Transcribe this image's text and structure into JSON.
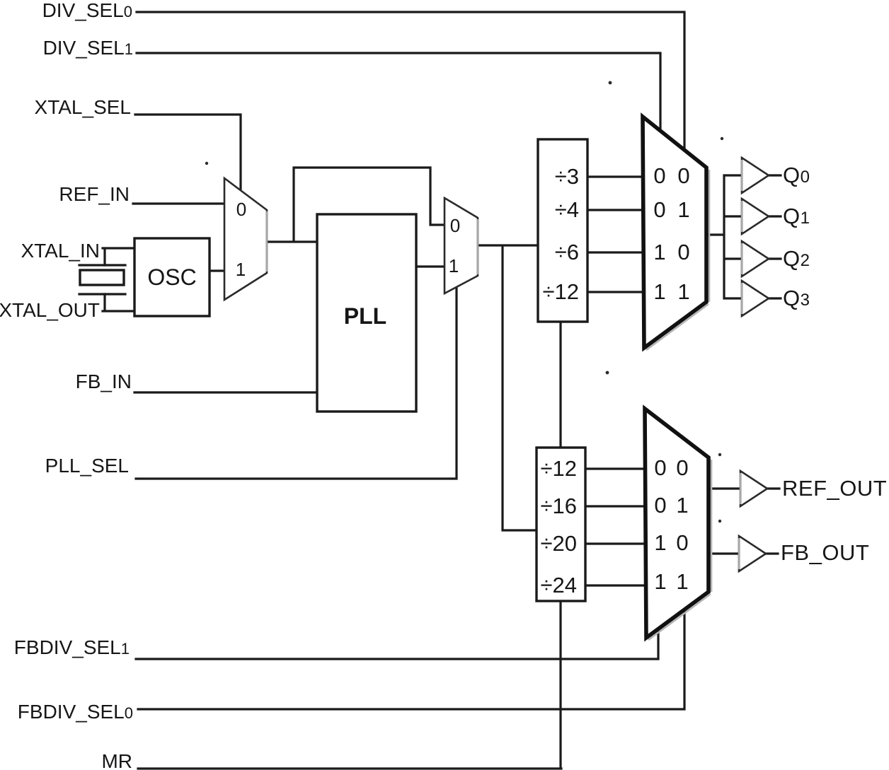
{
  "signals": {
    "div_sel0": {
      "base": "DIV_SEL",
      "sub": "0"
    },
    "div_sel1": {
      "base": "DIV_SEL",
      "sub": "1"
    },
    "xtal_sel": {
      "base": "XTAL_SEL",
      "sub": ""
    },
    "ref_in": {
      "base": "REF_IN",
      "sub": ""
    },
    "xtal_in": {
      "base": "XTAL_IN",
      "sub": ""
    },
    "xtal_out": {
      "base": "XTAL_OUT",
      "sub": ""
    },
    "fb_in": {
      "base": "FB_IN",
      "sub": ""
    },
    "pll_sel": {
      "base": "PLL_SEL",
      "sub": ""
    },
    "fbdiv_sel1": {
      "base": "FBDIV_SEL",
      "sub": "1"
    },
    "fbdiv_sel0": {
      "base": "FBDIV_SEL",
      "sub": "0"
    },
    "mr": {
      "base": "MR",
      "sub": ""
    }
  },
  "blocks": {
    "oscillator": "OSC",
    "pll": "PLL"
  },
  "reference_mux": {
    "input0": "0",
    "input1": "1"
  },
  "pll_bypass_mux": {
    "input0": "0",
    "input1": "1"
  },
  "output_divider": {
    "ratios": [
      "÷3",
      "÷4",
      "÷6",
      "÷12"
    ]
  },
  "feedback_divider": {
    "ratios": [
      "÷12",
      "÷16",
      "÷20",
      "÷24"
    ]
  },
  "output_mux_codes": [
    [
      "0",
      "0"
    ],
    [
      "0",
      "1"
    ],
    [
      "1",
      "0"
    ],
    [
      "1",
      "1"
    ]
  ],
  "feedback_mux_codes": [
    [
      "0",
      "0"
    ],
    [
      "0",
      "1"
    ],
    [
      "1",
      "0"
    ],
    [
      "1",
      "1"
    ]
  ],
  "outputs": {
    "q0": {
      "base": "Q",
      "sub": "0"
    },
    "q1": {
      "base": "Q",
      "sub": "1"
    },
    "q2": {
      "base": "Q",
      "sub": "2"
    },
    "q3": {
      "base": "Q",
      "sub": "3"
    },
    "ref_out": {
      "base": "REF_OUT",
      "sub": ""
    },
    "fb_out": {
      "base": "FB_OUT",
      "sub": ""
    }
  },
  "colors": {
    "wire": "#1a1a1a",
    "shade": "#a8a8a8",
    "background": "#ffffff"
  }
}
